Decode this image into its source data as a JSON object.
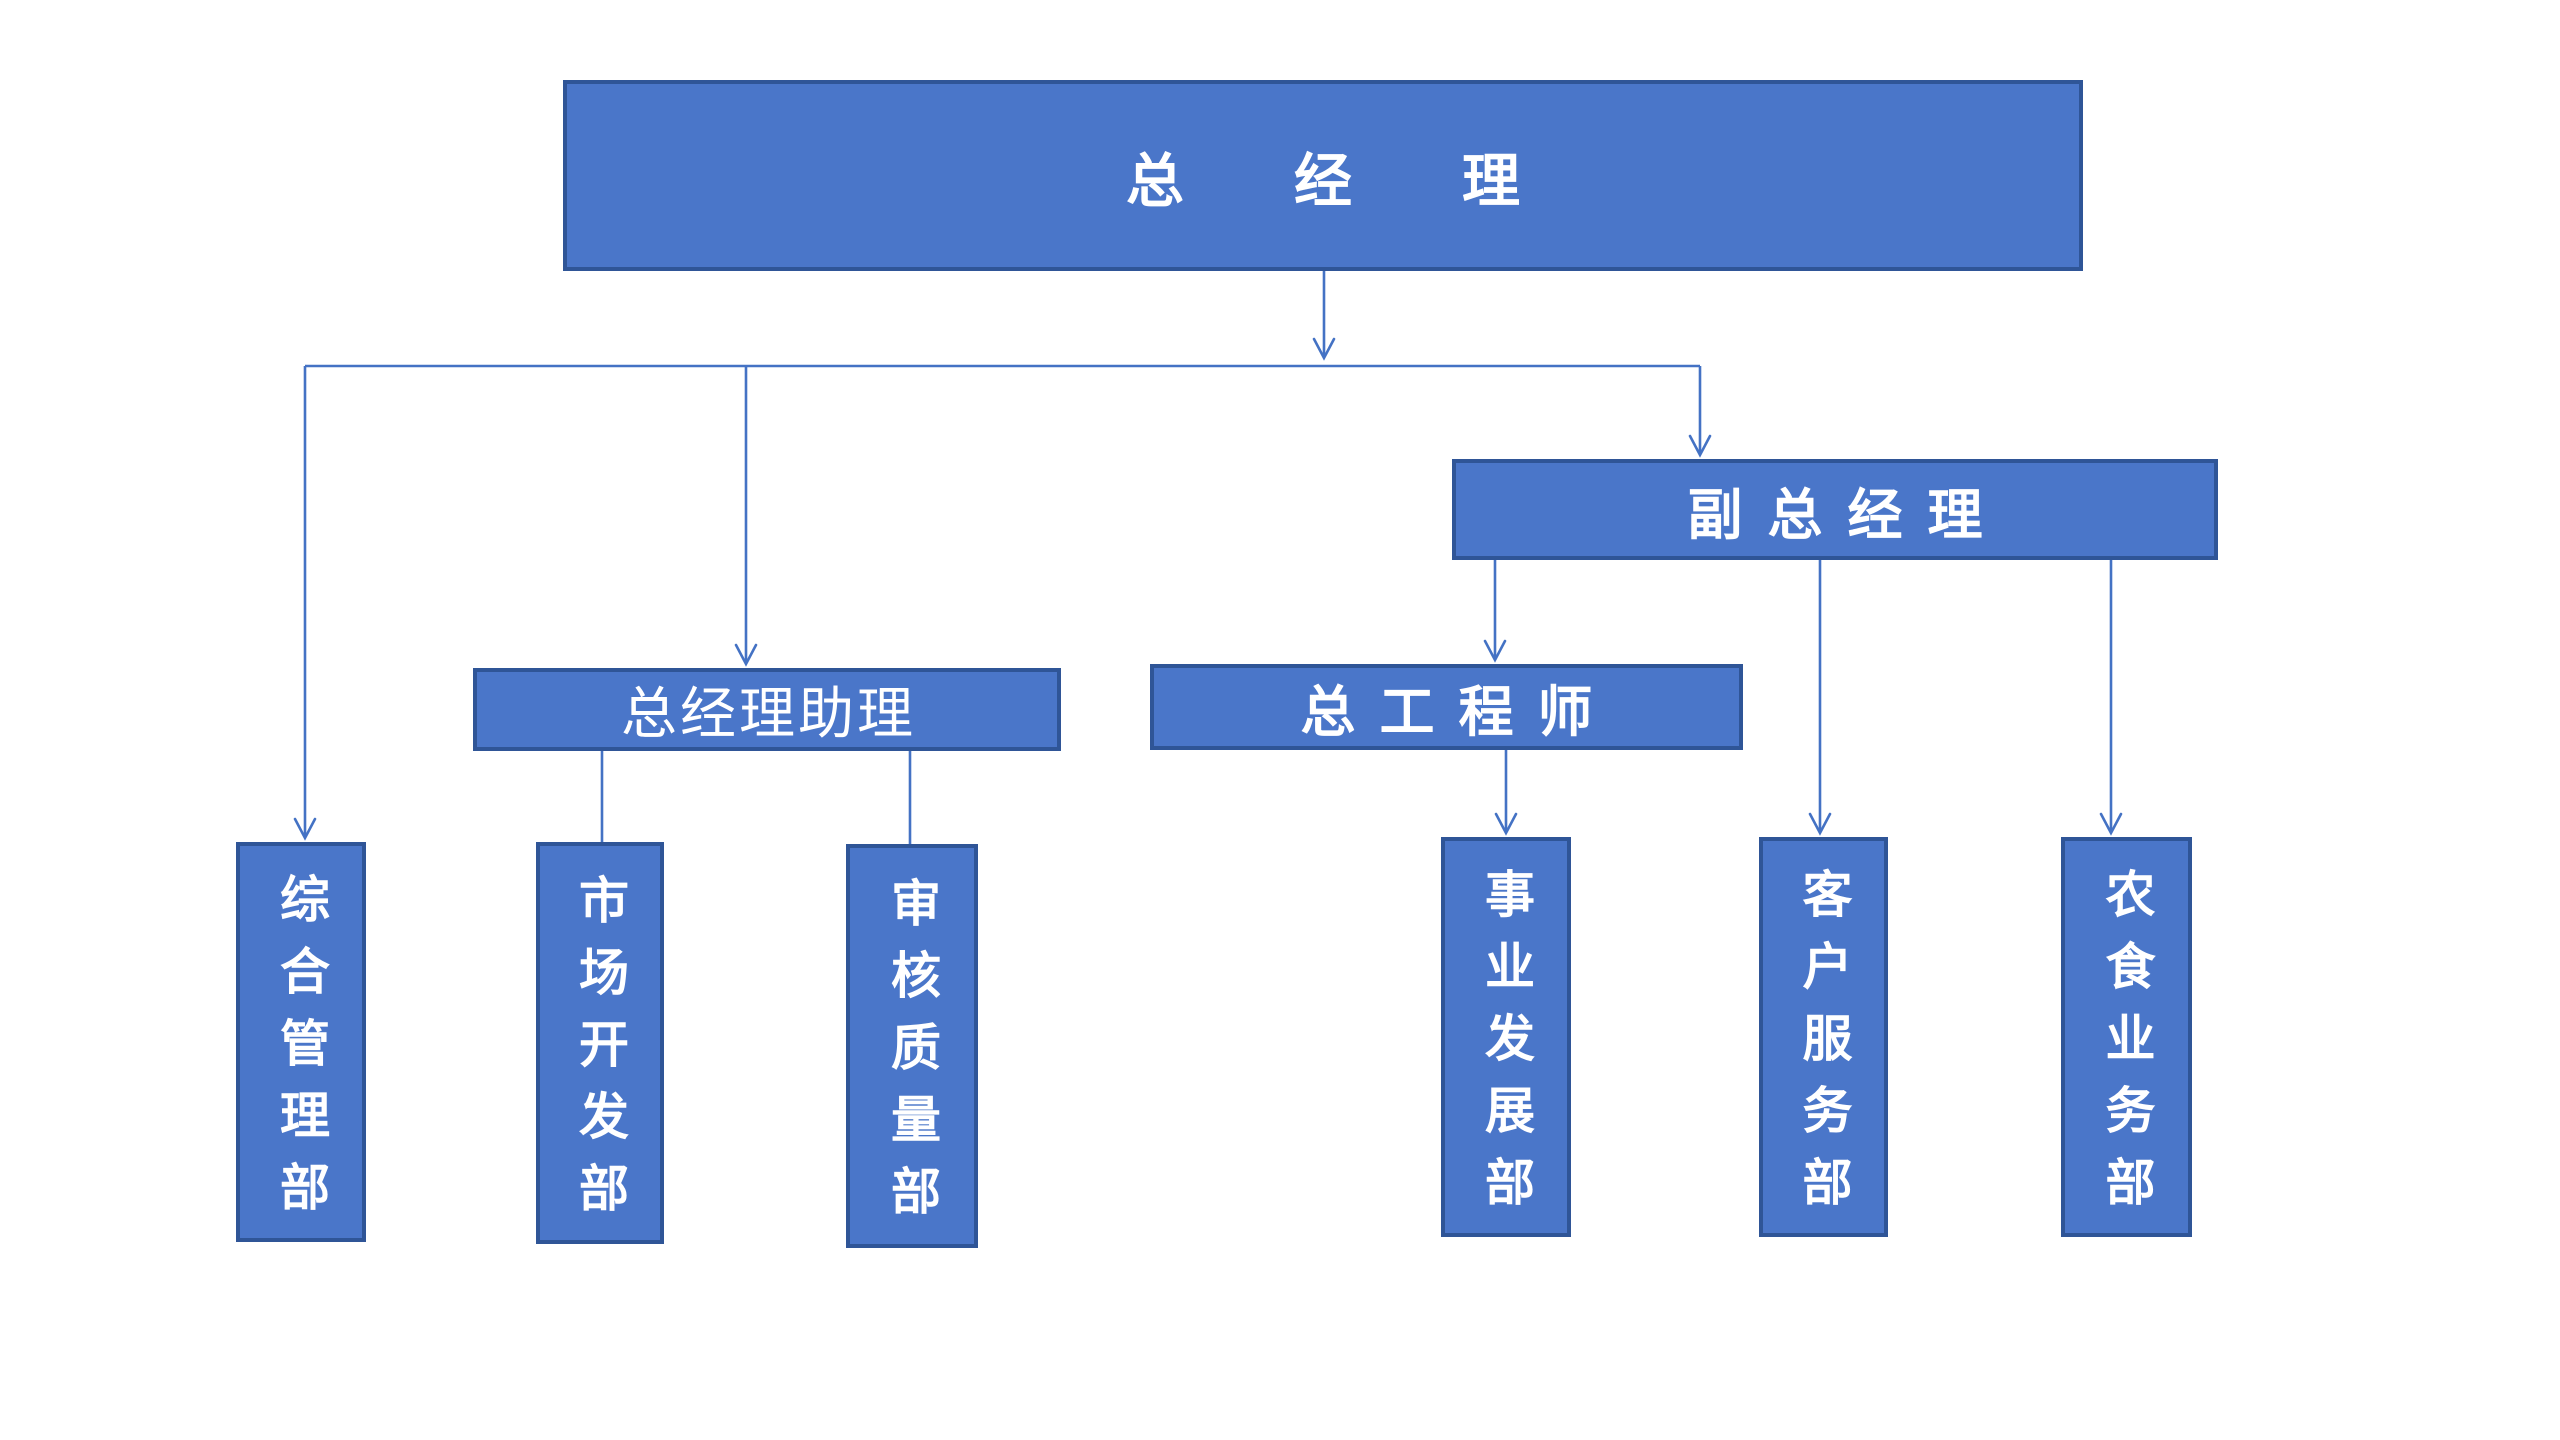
{
  "org_chart": {
    "type": "organization-chart",
    "nodes": {
      "general_manager": {
        "label": "总经理",
        "level": 1
      },
      "deputy_gm": {
        "label": "副总经理",
        "level": 2
      },
      "gm_assistant": {
        "label": "总经理助理",
        "level": 2
      },
      "chief_engineer": {
        "label": "总工程师",
        "level": 3
      },
      "dept_comprehensive_management": {
        "label": "综合管理部",
        "level": 4
      },
      "dept_market_development": {
        "label": "市场开发部",
        "level": 4
      },
      "dept_audit_quality": {
        "label": "审核质量部",
        "level": 4
      },
      "dept_business_development": {
        "label": "事业发展部",
        "level": 4
      },
      "dept_customer_service": {
        "label": "客户服务部",
        "level": 4
      },
      "dept_agri_food_business": {
        "label": "农食业务部",
        "level": 4
      }
    },
    "edges": [
      {
        "from": "general_manager",
        "to": "dept_comprehensive_management",
        "arrow": true
      },
      {
        "from": "general_manager",
        "to": "gm_assistant",
        "arrow": true
      },
      {
        "from": "general_manager",
        "to": "deputy_gm",
        "arrow": true
      },
      {
        "from": "gm_assistant",
        "to": "dept_market_development",
        "arrow": false
      },
      {
        "from": "gm_assistant",
        "to": "dept_audit_quality",
        "arrow": false
      },
      {
        "from": "deputy_gm",
        "to": "chief_engineer",
        "arrow": true
      },
      {
        "from": "deputy_gm",
        "to": "dept_customer_service",
        "arrow": true
      },
      {
        "from": "deputy_gm",
        "to": "dept_agri_food_business",
        "arrow": true
      },
      {
        "from": "chief_engineer",
        "to": "dept_business_development",
        "arrow": true
      }
    ],
    "colors": {
      "box_fill": "#4a76c9",
      "box_border": "#2f5597",
      "connector": "#4472c4",
      "text": "#ffffff",
      "background": "#ffffff"
    }
  }
}
